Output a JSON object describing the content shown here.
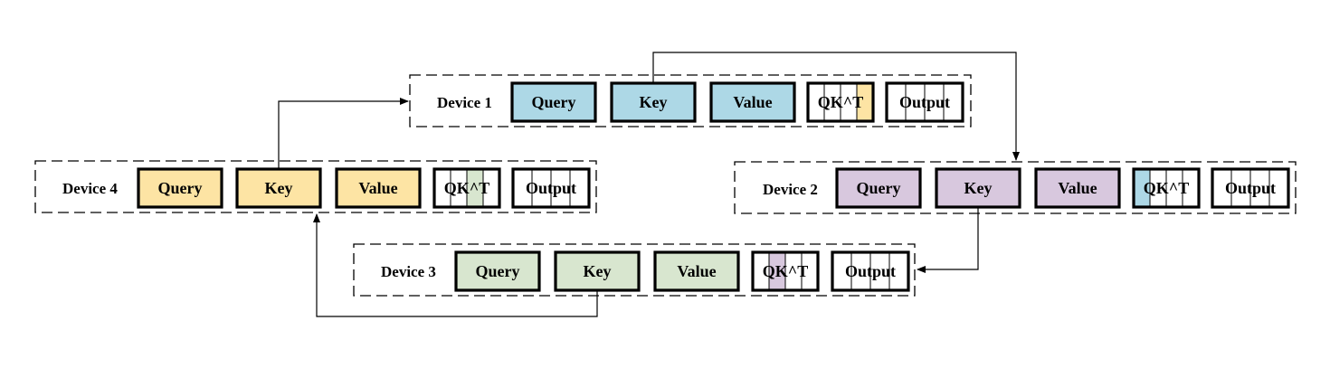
{
  "colors": {
    "device1": "#add8e6",
    "device2": "#d8c8de",
    "device3": "#d8e6cf",
    "device4": "#fde4a4"
  },
  "devices": [
    {
      "label": "Device 1",
      "blocks": {
        "query": "Query",
        "key": "Key",
        "value": "Value",
        "qkt": "QK^T",
        "output": "Output"
      },
      "qkt_filled_segment": 4,
      "qkt_fill_color": "device4"
    },
    {
      "label": "Device 2",
      "blocks": {
        "query": "Query",
        "key": "Key",
        "value": "Value",
        "qkt": "QK^T",
        "output": "Output"
      },
      "qkt_filled_segment": 1,
      "qkt_fill_color": "device1"
    },
    {
      "label": "Device 3",
      "blocks": {
        "query": "Query",
        "key": "Key",
        "value": "Value",
        "qkt": "QK^T",
        "output": "Output"
      },
      "qkt_filled_segment": 2,
      "qkt_fill_color": "device2"
    },
    {
      "label": "Device 4",
      "blocks": {
        "query": "Query",
        "key": "Key",
        "value": "Value",
        "qkt": "QK^T",
        "output": "Output"
      },
      "qkt_filled_segment": 3,
      "qkt_fill_color": "device3"
    }
  ],
  "edges": [
    {
      "from": "Device 4 Key",
      "to": "Device 1"
    },
    {
      "from": "Device 1 Key",
      "to": "Device 2"
    },
    {
      "from": "Device 2 Key",
      "to": "Device 3"
    },
    {
      "from": "Device 3 Key",
      "to": "Device 4"
    }
  ]
}
